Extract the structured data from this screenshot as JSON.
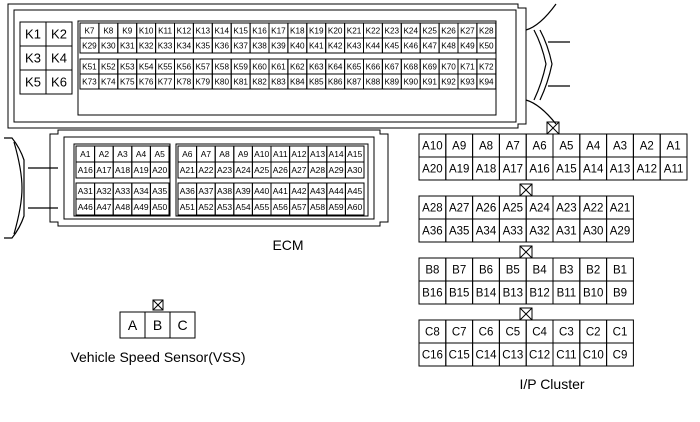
{
  "upper_connector": {
    "big_pins": [
      [
        "K1",
        "K2"
      ],
      [
        "K3",
        "K4"
      ],
      [
        "K5",
        "K6"
      ]
    ],
    "rows": [
      [
        "K7",
        "K8",
        "K9",
        "K10",
        "K11",
        "K12",
        "K13",
        "K14",
        "K15",
        "K16",
        "K17",
        "K18",
        "K19",
        "K20",
        "K21",
        "K22",
        "K23",
        "K24",
        "K25",
        "K26",
        "K27",
        "K28"
      ],
      [
        "K29",
        "K30",
        "K31",
        "K32",
        "K33",
        "K34",
        "K35",
        "K36",
        "K37",
        "K38",
        "K39",
        "K40",
        "K41",
        "K42",
        "K43",
        "K44",
        "K45",
        "K46",
        "K47",
        "K48",
        "K49",
        "K50"
      ],
      [
        "K51",
        "K52",
        "K53",
        "K54",
        "K55",
        "K56",
        "K57",
        "K58",
        "K59",
        "K60",
        "K61",
        "K62",
        "K63",
        "K64",
        "K65",
        "K66",
        "K67",
        "K68",
        "K69",
        "K70",
        "K71",
        "K72"
      ],
      [
        "K73",
        "K74",
        "K75",
        "K76",
        "K77",
        "K78",
        "K79",
        "K80",
        "K81",
        "K82",
        "K83",
        "K84",
        "K85",
        "K86",
        "K87",
        "K88",
        "K89",
        "K90",
        "K91",
        "K92",
        "K93",
        "K94"
      ]
    ]
  },
  "ecm_connector": {
    "label": "ECM",
    "left_rows": [
      [
        "A1",
        "A2",
        "A3",
        "A4",
        "A5"
      ],
      [
        "A16",
        "A17",
        "A18",
        "A19",
        "A20"
      ],
      [
        "A31",
        "A32",
        "A33",
        "A34",
        "A35"
      ],
      [
        "A46",
        "A47",
        "A48",
        "A49",
        "A50"
      ]
    ],
    "right_rows": [
      [
        "A6",
        "A7",
        "A8",
        "A9",
        "A10",
        "A11",
        "A12",
        "A13",
        "A14",
        "A15"
      ],
      [
        "A21",
        "A22",
        "A23",
        "A24",
        "A25",
        "A26",
        "A27",
        "A28",
        "A29",
        "A30"
      ],
      [
        "A36",
        "A37",
        "A38",
        "A39",
        "A40",
        "A41",
        "A42",
        "A43",
        "A44",
        "A45"
      ],
      [
        "A51",
        "A52",
        "A53",
        "A54",
        "A55",
        "A56",
        "A57",
        "A58",
        "A59",
        "A60"
      ]
    ]
  },
  "vss_connector": {
    "label": "Vehicle Speed Sensor(VSS)",
    "pins": [
      "A",
      "B",
      "C"
    ]
  },
  "ip_cluster": {
    "label": "I/P Cluster",
    "connectors": [
      {
        "rows": [
          [
            "A10",
            "A9",
            "A8",
            "A7",
            "A6",
            "A5",
            "A4",
            "A3",
            "A2",
            "A1"
          ],
          [
            "A20",
            "A19",
            "A18",
            "A17",
            "A16",
            "A15",
            "A14",
            "A13",
            "A12",
            "A11"
          ]
        ]
      },
      {
        "rows": [
          [
            "A28",
            "A27",
            "A26",
            "A25",
            "A24",
            "A23",
            "A22",
            "A21"
          ],
          [
            "A36",
            "A35",
            "A34",
            "A33",
            "A32",
            "A31",
            "A30",
            "A29"
          ]
        ]
      },
      {
        "rows": [
          [
            "B8",
            "B7",
            "B6",
            "B5",
            "B4",
            "B3",
            "B2",
            "B1"
          ],
          [
            "B16",
            "B15",
            "B14",
            "B13",
            "B12",
            "B11",
            "B10",
            "B9"
          ]
        ]
      },
      {
        "rows": [
          [
            "C8",
            "C7",
            "C6",
            "C5",
            "C4",
            "C3",
            "C2",
            "C1"
          ],
          [
            "C16",
            "C15",
            "C14",
            "C13",
            "C12",
            "C11",
            "C10",
            "C9"
          ]
        ]
      }
    ]
  }
}
